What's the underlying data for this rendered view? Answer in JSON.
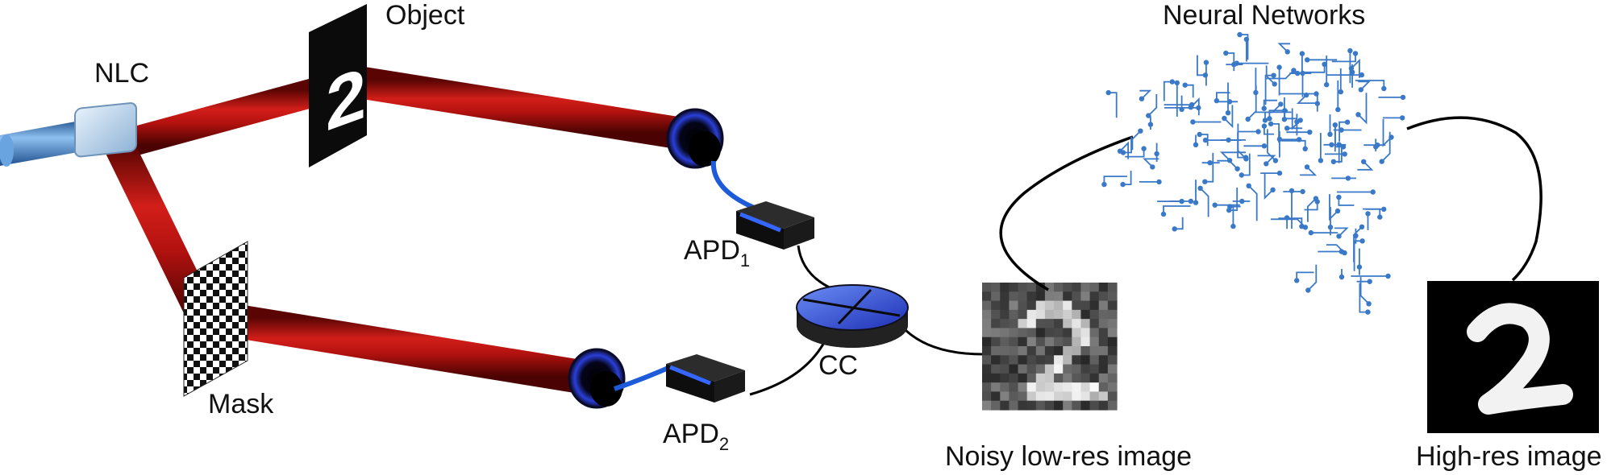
{
  "labels": {
    "nlc": "NLC",
    "object": "Object",
    "mask": "Mask",
    "apd1_main": "APD",
    "apd1_sub": "1",
    "apd2_main": "APD",
    "apd2_sub": "2",
    "cc": "CC",
    "neural_networks": "Neural Networks",
    "noisy_image": "Noisy low-res image",
    "high_res_image": "High-res image"
  },
  "object_digit": "2",
  "colors": {
    "beam_red": "#b0120f",
    "pump_blue": "#4a86c8",
    "fiber_blue": "#1e5bd8",
    "circuit_blue": "#3a78c8",
    "detector_dark": "#111111"
  },
  "icons": [
    "laser-pump-icon",
    "nonlinear-crystal-icon",
    "object-slide-icon",
    "mask-icon",
    "fiber-coupler-icon",
    "apd-detector-icon",
    "coincidence-counter-icon",
    "brain-circuit-icon"
  ]
}
